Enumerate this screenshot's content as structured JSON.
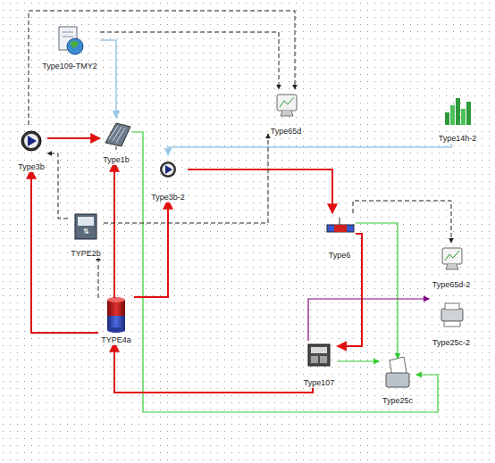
{
  "diagram": {
    "nodes": [
      {
        "text": [
          "Type109-TMY2"
        ]
      },
      {
        "text": [
          "Type3b"
        ]
      },
      {
        "text": [
          "Type1b"
        ]
      },
      {
        "text": [
          "Type65d"
        ]
      },
      {
        "text": [
          "Type14h-2"
        ]
      },
      {
        "text": [
          "Type3b-2"
        ]
      },
      {
        "text": [
          "TYPE2b"
        ]
      },
      {
        "text": [
          "Type6"
        ]
      },
      {
        "text": [
          "Type65d-2"
        ]
      },
      {
        "text": [
          "TYPE4a"
        ]
      },
      {
        "text": [
          "Type25c-2"
        ]
      },
      {
        "text": [
          "Type107"
        ]
      },
      {
        "text": [
          "Type25c"
        ]
      }
    ],
    "edges": [
      {
        "from": 1,
        "to": 2,
        "arrow": "to"
      },
      {
        "from": 9,
        "to": 2,
        "arrow": "to"
      },
      {
        "from": 9,
        "to": 1,
        "arrow": "to"
      },
      {
        "from": 0,
        "to": 2,
        "arrow": "to"
      },
      {
        "from": 2,
        "to": 12,
        "arrow": "to"
      },
      {
        "from": 4,
        "to": 5,
        "arrow": "to"
      },
      {
        "from": 5,
        "to": 7,
        "arrow": "to"
      },
      {
        "from": 9,
        "to": 5,
        "arrow": "to"
      },
      {
        "from": 7,
        "to": 11,
        "arrow": "to"
      },
      {
        "from": 11,
        "to": 9,
        "arrow": "to"
      },
      {
        "from": 11,
        "to": 12,
        "arrow": "to"
      },
      {
        "from": 7,
        "to": 12,
        "arrow": "to"
      },
      {
        "from": 1,
        "to": 3,
        "arrow": "to"
      },
      {
        "from": 0,
        "to": 3,
        "arrow": "to"
      },
      {
        "from": 6,
        "to": 1,
        "arrow": "to"
      },
      {
        "from": 9,
        "to": 6,
        "arrow": "to"
      },
      {
        "from": 6,
        "to": 3,
        "arrow": "to"
      },
      {
        "from": 7,
        "to": 8,
        "arrow": "to"
      },
      {
        "from": 11,
        "to": 10,
        "arrow": "to"
      }
    ]
  }
}
